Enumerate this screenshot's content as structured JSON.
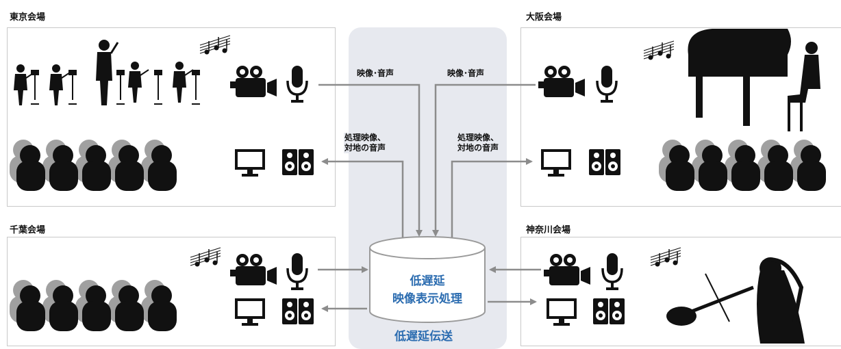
{
  "venues": {
    "tokyo": "東京会場",
    "osaka": "大阪会場",
    "chiba": "千葉会場",
    "kanagawa": "神奈川会場"
  },
  "flows": {
    "av_out_left": "映像･音声",
    "av_out_right": "映像･音声",
    "processed_left": [
      "処理映像、",
      "対地の音声"
    ],
    "processed_right": [
      "処理映像、",
      "対地の音声"
    ]
  },
  "center": {
    "processor_lines": [
      "低遅延",
      "映像表示処理"
    ],
    "transport": "低遅延伝送"
  },
  "icons": [
    "video-camera-icon",
    "microphone-icon",
    "monitor-icon",
    "speaker-icon",
    "music-notes-icon"
  ],
  "colors": {
    "accent": "#2b6cb0",
    "band": "#e7e9ef",
    "arrow": "#8c8c8c",
    "silhouette": "#111111"
  }
}
